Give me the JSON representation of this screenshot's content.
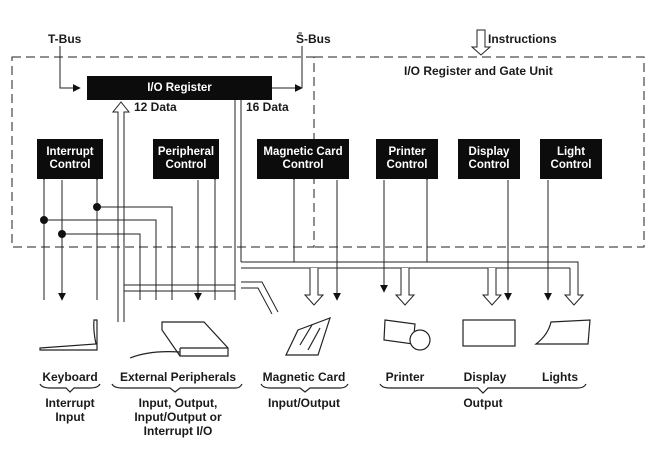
{
  "bus_labels": {
    "t_bus": "T-Bus",
    "s_bus": "S̄-Bus",
    "instructions": "Instructions"
  },
  "unit_title": "I/O Register and Gate Unit",
  "io_register": "I/O Register",
  "data_paths": {
    "in": "12 Data",
    "out": "16 Data"
  },
  "controls": [
    {
      "line1": "Interrupt",
      "line2": "Control"
    },
    {
      "line1": "Peripheral",
      "line2": "Control"
    },
    {
      "line1": "Magnetic Card",
      "line2": "Control"
    },
    {
      "line1": "Printer",
      "line2": "Control"
    },
    {
      "line1": "Display",
      "line2": "Control"
    },
    {
      "line1": "Light",
      "line2": "Control"
    }
  ],
  "devices": [
    {
      "name": "Keyboard",
      "icon": "keyboard-icon"
    },
    {
      "name": "External Peripherals",
      "icon": "peripheral-icon"
    },
    {
      "name": "Magnetic Card",
      "icon": "magnetic-card-icon"
    },
    {
      "name": "Printer",
      "icon": "printer-icon"
    },
    {
      "name": "Display",
      "icon": "display-icon"
    },
    {
      "name": "Lights",
      "icon": "lights-icon"
    }
  ],
  "groups": {
    "keyboard": "Interrupt\nInput",
    "external": "Input, Output,\nInput/Output or\nInterrupt I/O",
    "magnetic": "Input/Output",
    "output": "Output"
  }
}
